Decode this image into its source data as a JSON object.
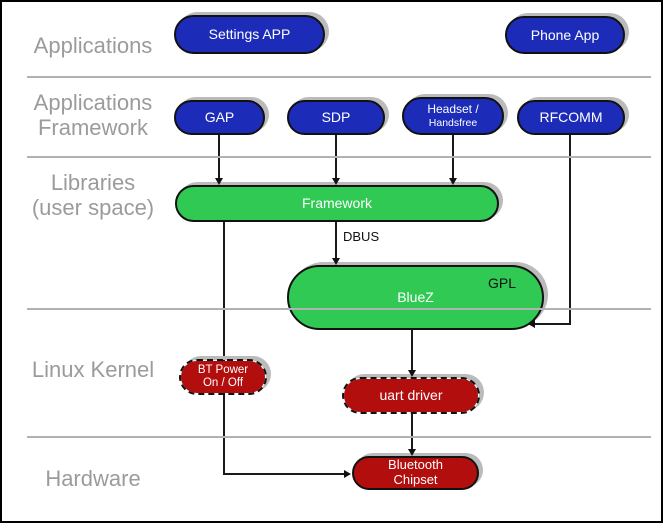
{
  "diagram": {
    "layer_labels": {
      "applications": {
        "line1": "Applications"
      },
      "applications_framework": {
        "line1": "Applications",
        "line2": "Framework"
      },
      "libraries": {
        "line1": "Libraries",
        "line2": "(user space)"
      },
      "linux_kernel": {
        "line1": "Linux Kernel"
      },
      "hardware": {
        "line1": "Hardware"
      }
    },
    "nodes": {
      "settings_app": {
        "label": "Settings APP"
      },
      "phone_app": {
        "label": "Phone App"
      },
      "gap": {
        "label": "GAP"
      },
      "sdp": {
        "label": "SDP"
      },
      "headset": {
        "line1": "Headset /",
        "line2": "Handsfree"
      },
      "rfcomm": {
        "label": "RFCOMM"
      },
      "framework": {
        "label": "Framework"
      },
      "bluez": {
        "label": "BlueZ",
        "badge": "GPL"
      },
      "bt_power": {
        "line1": "BT Power",
        "line2": "On / Off"
      },
      "uart_driver": {
        "label": "uart driver"
      },
      "bluetooth_chipset": {
        "line1": "Bluetooth",
        "line2": "Chipset"
      }
    },
    "edge_labels": {
      "dbus": "DBUS"
    },
    "colors": {
      "app_blue": "#1c2cb8",
      "lib_green": "#2fc953",
      "kernel_red": "#b30e0e",
      "layer_label_gray": "#9b9b9b",
      "divider_gray": "#b2b2b2",
      "shadow_gray": "#bbbbbb",
      "line_black": "#1a1a1a"
    }
  }
}
